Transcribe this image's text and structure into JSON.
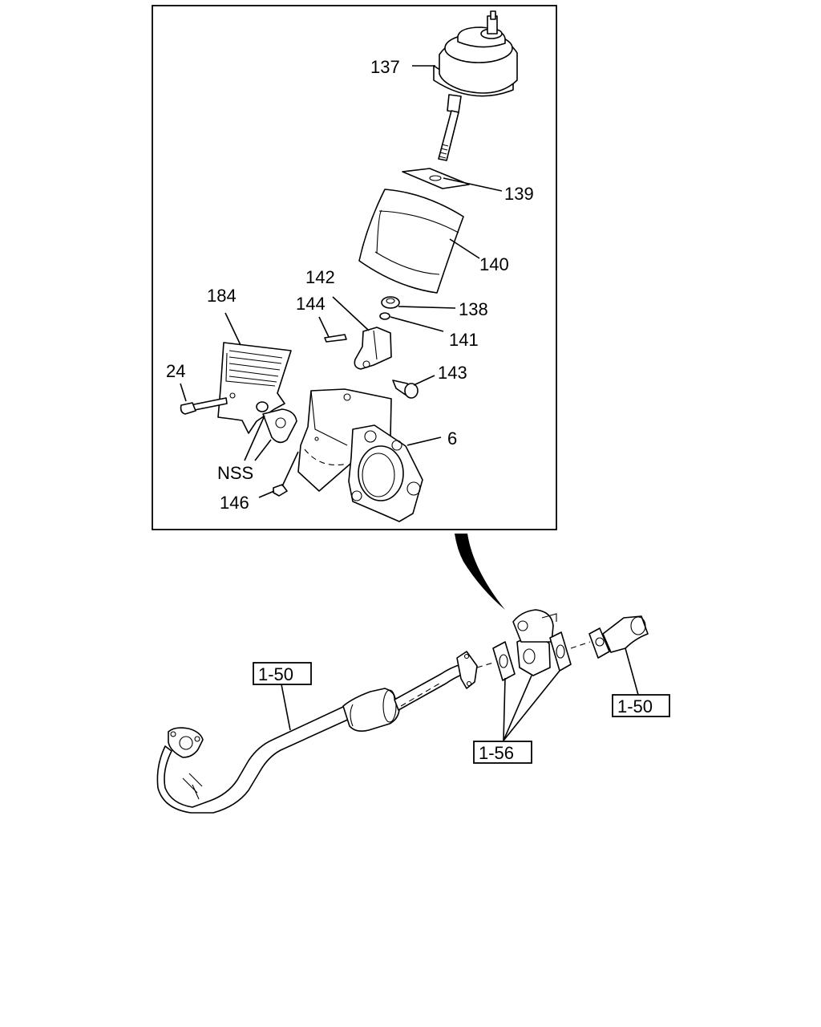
{
  "part_labels": {
    "p137": "137",
    "p139": "139",
    "p140": "140",
    "p142": "142",
    "p184": "184",
    "p144": "144",
    "p138": "138",
    "p141": "141",
    "p24": "24",
    "p143": "143",
    "p6": "6",
    "nss": "NSS",
    "p146": "146"
  },
  "references": {
    "pipe_front": "1-50",
    "pipe_rear": "1-50",
    "gaskets": "1-56"
  }
}
